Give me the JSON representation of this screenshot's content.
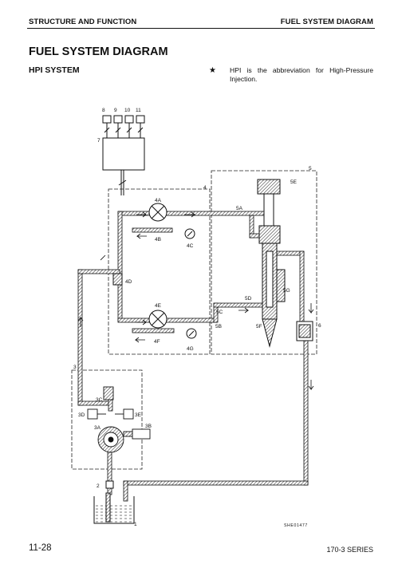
{
  "header": {
    "left": "STRUCTURE AND FUNCTION",
    "right": "FUEL SYSTEM DIAGRAM"
  },
  "title": "FUEL SYSTEM DIAGRAM",
  "subtitle": "HPI SYSTEM",
  "note": {
    "symbol": "★",
    "text": "HPI is the abbreviation for High-Pressure Injection."
  },
  "diagram": {
    "labels": {
      "n1": "1",
      "n2": "2",
      "n3": "3",
      "n4": "4",
      "n5": "5",
      "n6": "6",
      "n7": "7",
      "n8": "8",
      "n9": "9",
      "n10": "10",
      "n11": "11",
      "n3a": "3A",
      "n3b": "3B",
      "n3c": "3C",
      "n3d": "3D",
      "n3e": "3E",
      "n4a": "4A",
      "n4b": "4B",
      "n4c": "4C",
      "n4d": "4D",
      "n4e": "4E",
      "n4f": "4F",
      "n4g": "4G",
      "n5a": "5A",
      "n5b": "5B",
      "n5c": "5C",
      "n5d": "5D",
      "n5e": "5E",
      "n5f": "5F",
      "n5g": "5G"
    },
    "drawing_code": "SHE01477"
  },
  "footer": {
    "page": "11-28",
    "series": "170-3 SERIES"
  }
}
